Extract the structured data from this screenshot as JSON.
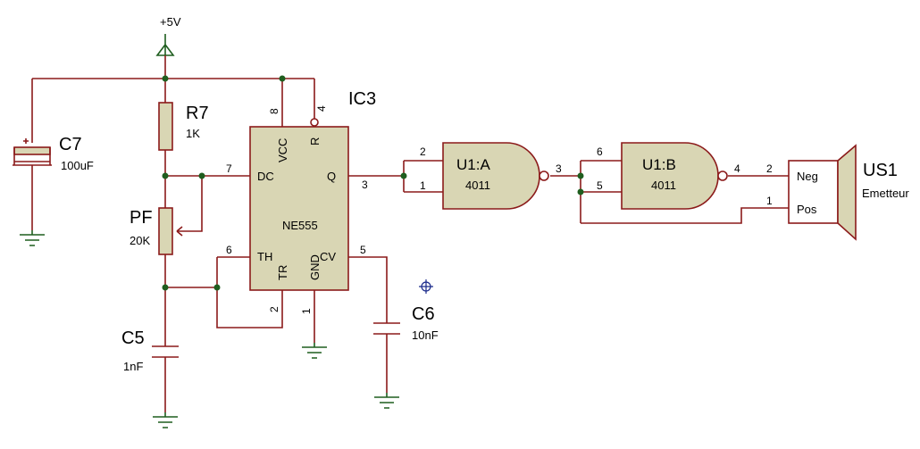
{
  "supply": {
    "label": "+5V"
  },
  "capacitors": {
    "c7": {
      "ref": "C7",
      "value": "100uF"
    },
    "c5": {
      "ref": "C5",
      "value": "1nF"
    },
    "c6": {
      "ref": "C6",
      "value": "10nF"
    }
  },
  "resistor": {
    "ref": "R7",
    "value": "1K"
  },
  "pot": {
    "ref": "PF",
    "value": "20K"
  },
  "timer": {
    "ref": "IC3",
    "part": "NE555",
    "pins": {
      "vcc": "VCC",
      "r": "R",
      "dc": "DC",
      "q": "Q",
      "th": "TH",
      "tr": "TR",
      "gnd": "GND",
      "cv": "CV"
    },
    "pin_numbers": {
      "p8": "8",
      "p4": "4",
      "p7": "7",
      "p3": "3",
      "p6": "6",
      "p2": "2",
      "p1": "1",
      "p5": "5"
    }
  },
  "gate_a": {
    "ref": "U1:A",
    "part": "4011",
    "pin_in1": "2",
    "pin_in2": "1",
    "pin_out": "3"
  },
  "gate_b": {
    "ref": "U1:B",
    "part": "4011",
    "pin_in1": "6",
    "pin_in2": "5",
    "pin_out": "4"
  },
  "transducer": {
    "ref": "US1",
    "value": "Emetteur",
    "pin_neg": "Neg",
    "pin_pos": "Pos",
    "pin_neg_num": "2",
    "pin_pos_num": "1"
  }
}
